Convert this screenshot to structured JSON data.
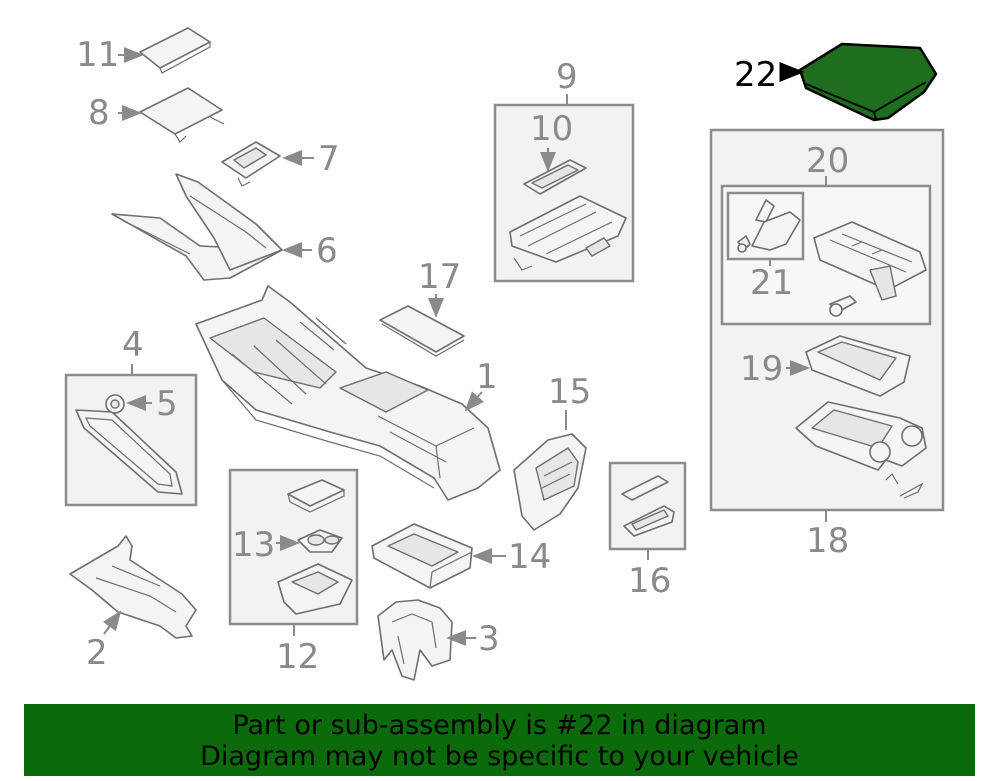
{
  "callouts": {
    "c1": "1",
    "c2": "2",
    "c3": "3",
    "c4": "4",
    "c5": "5",
    "c6": "6",
    "c7": "7",
    "c8": "8",
    "c9": "9",
    "c10": "10",
    "c11": "11",
    "c12": "12",
    "c13": "13",
    "c14": "14",
    "c15": "15",
    "c16": "16",
    "c17": "17",
    "c18": "18",
    "c19": "19",
    "c20": "20",
    "c21": "21",
    "c22": "22"
  },
  "highlight": {
    "part": "22",
    "color": "#1f6e1f"
  },
  "banner": {
    "line1": "Part or sub-assembly is #22 in diagram",
    "line2": "Diagram may not be specific to your vehicle",
    "background": "#0b6b0b"
  }
}
